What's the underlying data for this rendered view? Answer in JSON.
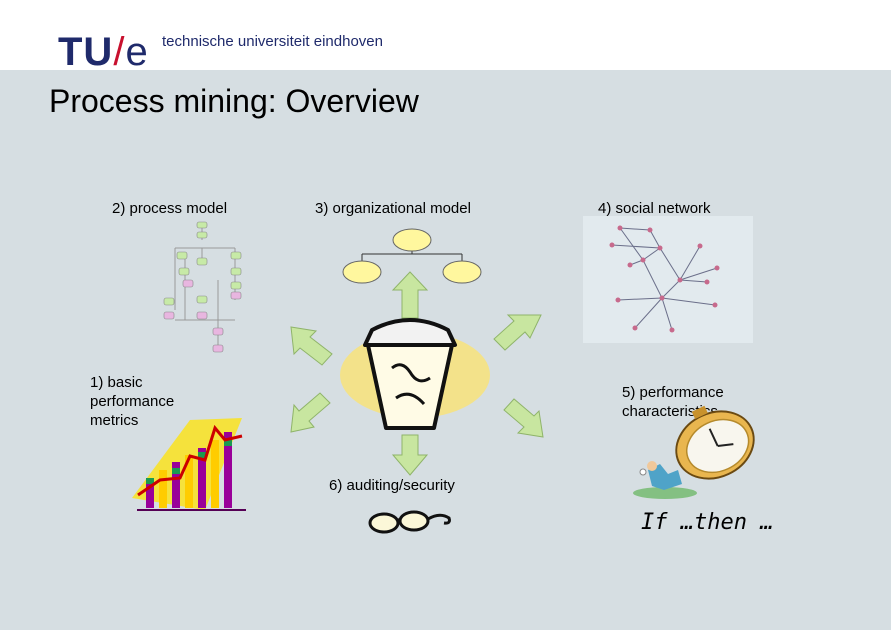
{
  "header": {
    "logo": {
      "tu": "TU",
      "slash": "/",
      "e": "e"
    },
    "university": "technische universiteit eindhoven"
  },
  "slide": {
    "title": "Process mining: Overview",
    "labels": {
      "process_model": "2) process model",
      "organizational_model": "3) organizational model",
      "social_network": "4) social network",
      "basic_metrics": "1) basic performance metrics",
      "performance_characteristics": "5) performance characteristics",
      "auditing": "6) auditing/security"
    },
    "rule": "If …then …"
  },
  "colors": {
    "header_bg": "#ffffff",
    "slide_bg": "#d6dee2",
    "logo": "#1f2a6b",
    "arrow": "#c8e6a0",
    "org_node": "#fff79e",
    "blob": "#f3e28a"
  }
}
